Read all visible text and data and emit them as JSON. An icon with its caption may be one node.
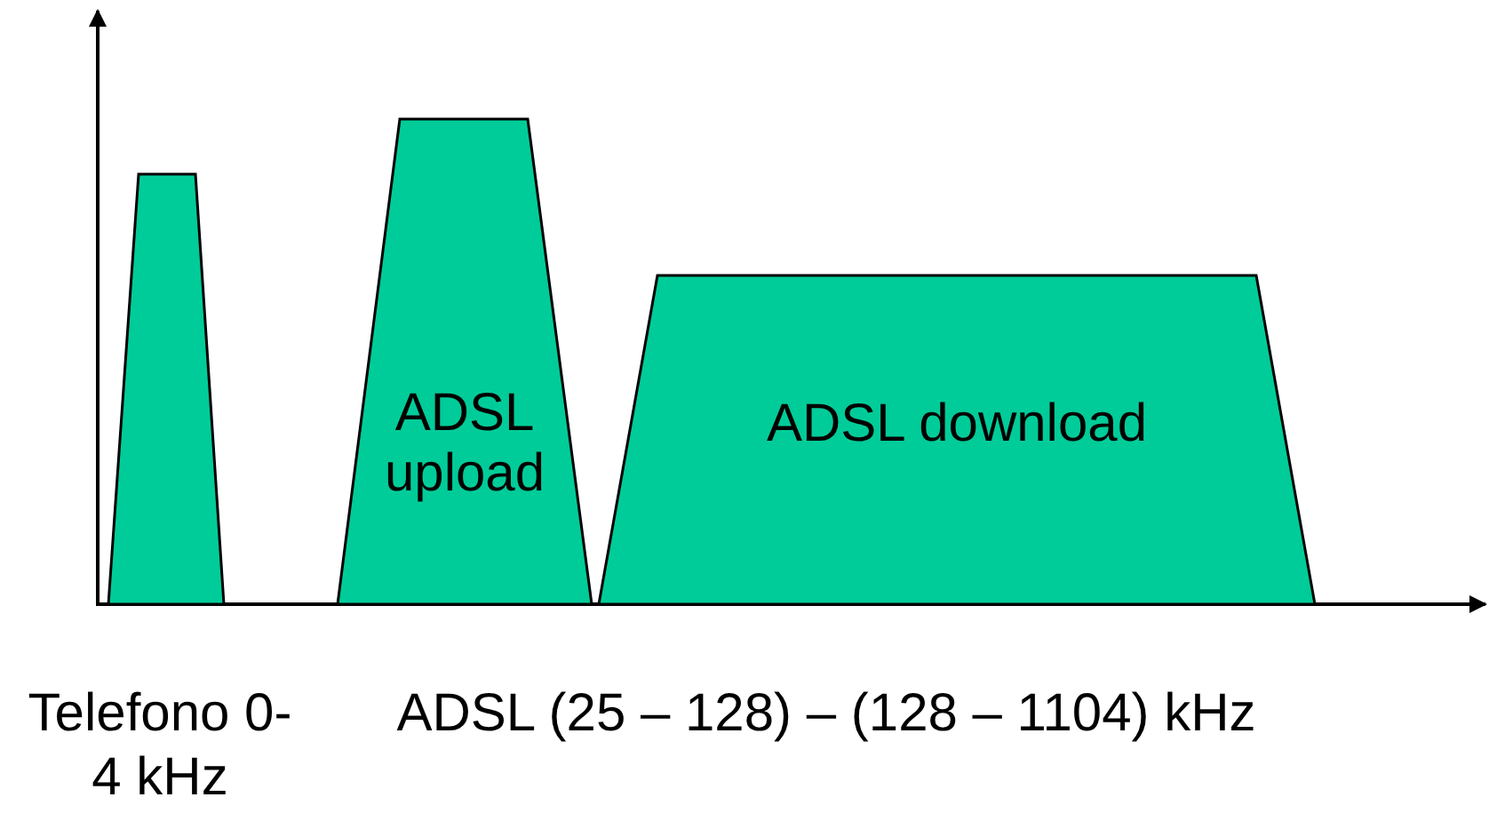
{
  "diagram": {
    "nodes": [
      {
        "text": [],
        "shape": "trapezoid"
      },
      {
        "text": [
          "ADSL upload"
        ]
      },
      {
        "text": [
          "ADSL download"
        ]
      }
    ],
    "labels": [
      "Telefono 0-4 kHz",
      "ADSL (25 – 128) – (128 – 1104) kHz"
    ]
  }
}
